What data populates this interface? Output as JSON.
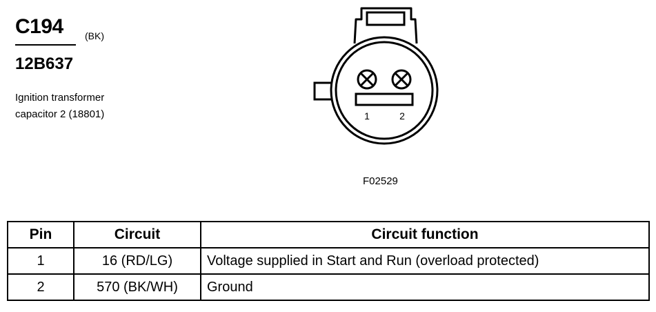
{
  "connector": {
    "id": "C194",
    "color": "(BK)",
    "part_number": "12B637",
    "description_lines": [
      "Ignition transformer",
      "capacitor 2 (18801)"
    ]
  },
  "diagram": {
    "pin_labels": [
      "1",
      "2"
    ],
    "figure_id": "F02529"
  },
  "table": {
    "headers": [
      "Pin",
      "Circuit",
      "Circuit function"
    ],
    "rows": [
      {
        "pin": "1",
        "circuit": "16 (RD/LG)",
        "function": "Voltage supplied in Start and Run (overload protected)"
      },
      {
        "pin": "2",
        "circuit": "570 (BK/WH)",
        "function": "Ground"
      }
    ]
  }
}
